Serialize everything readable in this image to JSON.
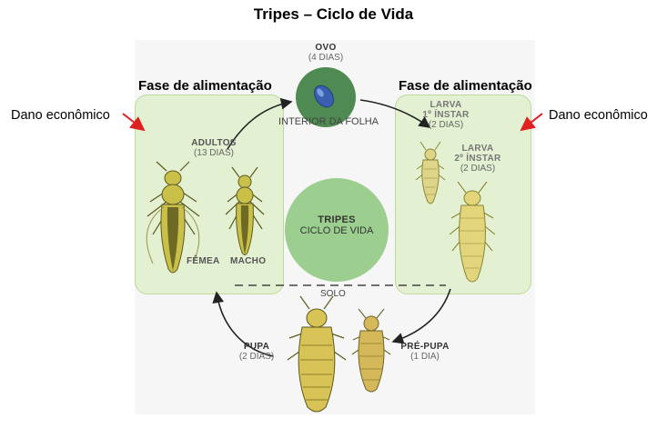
{
  "title": "Tripes – Ciclo de Vida",
  "left_heading": "Fase de alimentação",
  "right_heading": "Fase de alimentação",
  "left_damage": "Dano econômico",
  "right_damage": "Dano econômico",
  "egg": {
    "name": "OVO",
    "duration": "(4 DIAS)",
    "caption": "INTERIOR DA FOLHA"
  },
  "adults": {
    "name": "ADULTOS",
    "duration": "(13 DIAS)",
    "female": "FÊMEA",
    "male": "MACHO"
  },
  "larva1": {
    "name": "LARVA",
    "instar": "1º ÍNSTAR",
    "duration": "(2 DIAS)"
  },
  "larva2": {
    "name": "LARVA",
    "instar": "2º ÍNSTAR",
    "duration": "(2 DIAS)"
  },
  "center": {
    "line1": "TRIPES",
    "line2": "CICLO DE VIDA"
  },
  "soil": "SOLO",
  "pupa": {
    "name": "PUPA",
    "duration": "(2 DIAS)"
  },
  "prepupa": {
    "name": "PRÉ-PUPA",
    "duration": "(1 DIA)"
  },
  "colors": {
    "panel_fill": "#e4f0d2",
    "panel_border": "#bcd89f",
    "center_circle": "#9ccf8f",
    "egg_circle": "#4f8a52",
    "egg": "#3a5fb0",
    "arrow_red": "#e02020",
    "insect_body": "#c9c04a",
    "insect_dark": "#5e5a1e"
  }
}
